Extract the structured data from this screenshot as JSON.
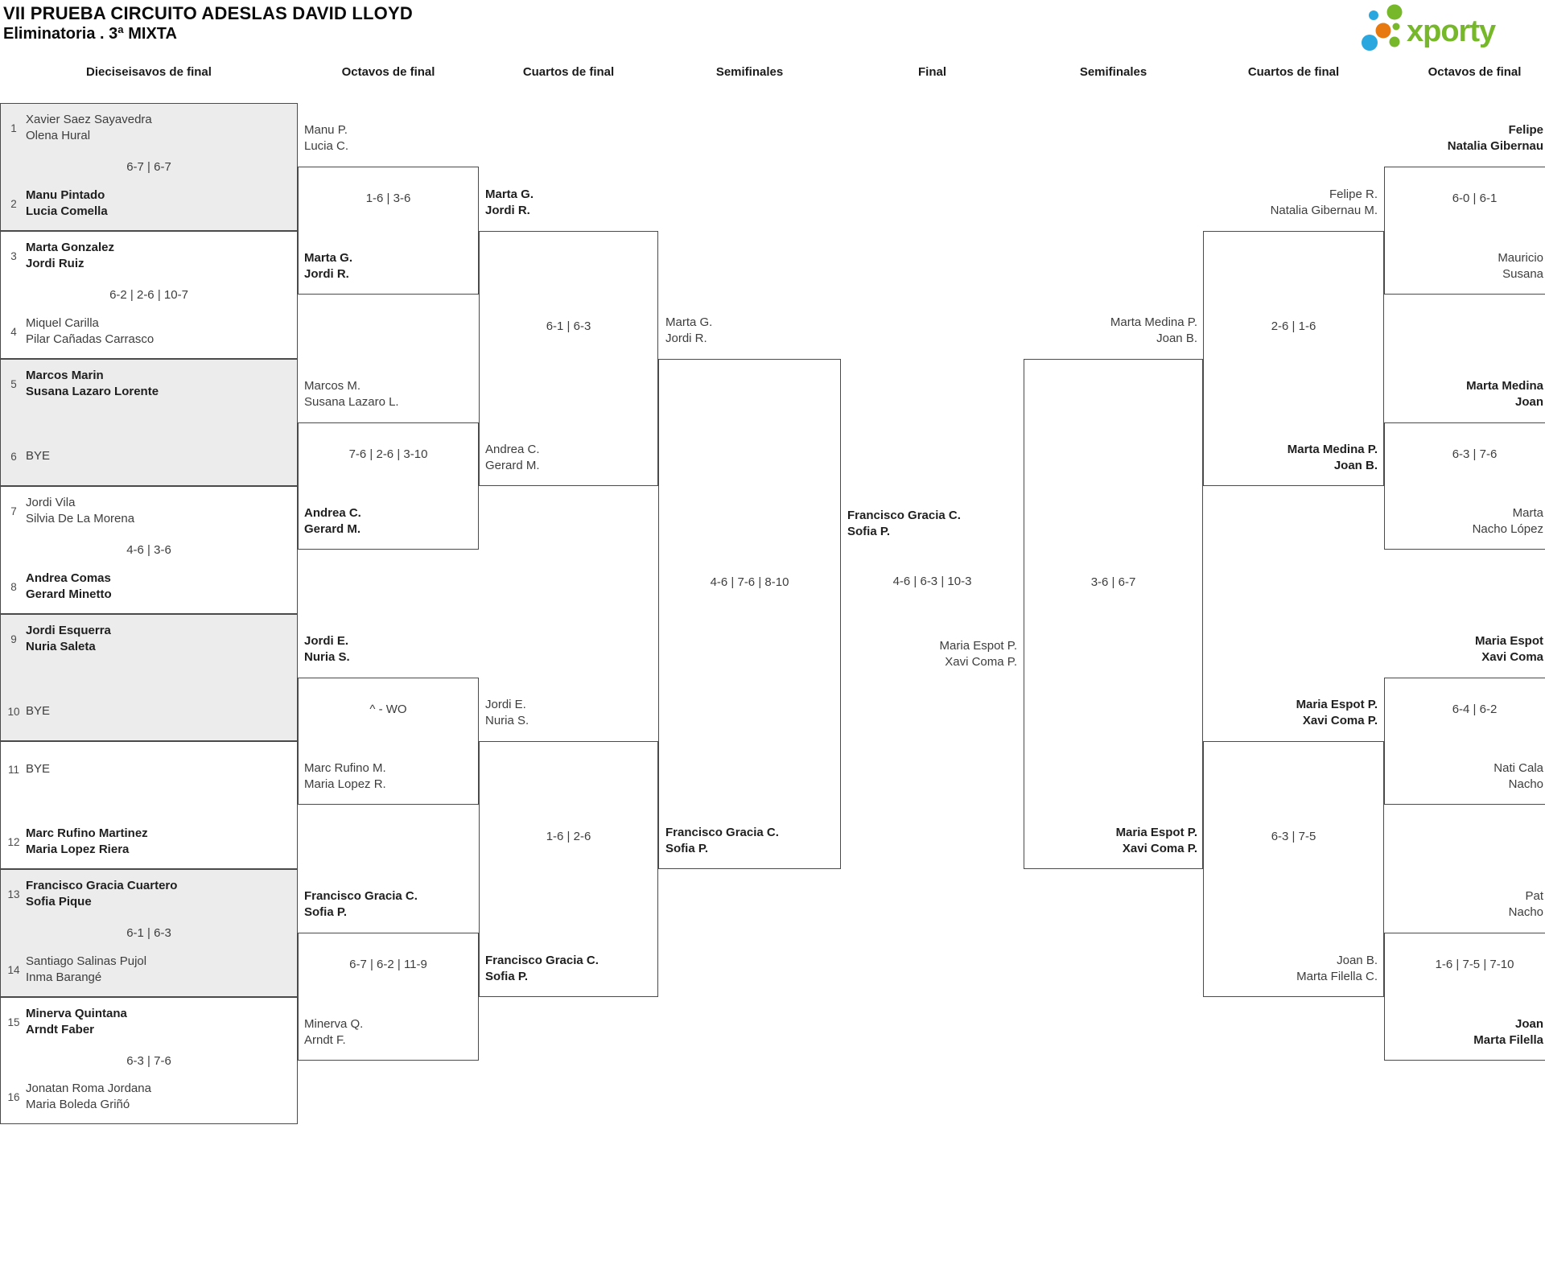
{
  "title": {
    "line1": "VII PRUEBA CIRCUITO ADESLAS DAVID LLOYD",
    "line2": "Eliminatoria . 3ª MIXTA"
  },
  "logo": {
    "text": "xporty"
  },
  "colors": {
    "logo_green": "#76b82a",
    "logo_blue": "#2aa7df",
    "logo_orange": "#e8790f",
    "box_shade": "#ececec",
    "line": "#4a4a4a"
  },
  "round_headers": [
    "Dieciseisavos de final",
    "Octavos de final",
    "Cuartos de final",
    "Semifinales",
    "Final",
    "Semifinales",
    "Cuartos de final",
    "Octavos de final"
  ],
  "r32": [
    {
      "seed_top": "1",
      "team_top": "Xavier Saez Sayavedra\nOlena Hural",
      "top_winner": false,
      "score": "6-7 | 6-7",
      "seed_bottom": "2",
      "team_bottom": "Manu Pintado\nLucia Comella",
      "bottom_winner": true
    },
    {
      "seed_top": "3",
      "team_top": "Marta Gonzalez\nJordi Ruiz",
      "top_winner": true,
      "score": "6-2 | 2-6 | 10-7",
      "seed_bottom": "4",
      "team_bottom": "Miquel Carilla\nPilar Cañadas Carrasco",
      "bottom_winner": false
    },
    {
      "seed_top": "5",
      "team_top": "Marcos Marin\nSusana Lazaro Lorente",
      "top_winner": true,
      "seed_bottom": "6",
      "team_bottom": "BYE",
      "bottom_winner": false
    },
    {
      "seed_top": "7",
      "team_top": "Jordi Vila\nSilvia De La Morena",
      "top_winner": false,
      "score": "4-6 | 3-6",
      "seed_bottom": "8",
      "team_bottom": "Andrea Comas\nGerard Minetto",
      "bottom_winner": true
    },
    {
      "seed_top": "9",
      "team_top": "Jordi Esquerra\nNuria Saleta",
      "top_winner": true,
      "seed_bottom": "10",
      "team_bottom": "BYE",
      "bottom_winner": false
    },
    {
      "seed_top": "11",
      "team_top": "BYE",
      "top_winner": false,
      "seed_bottom": "12",
      "team_bottom": "Marc Rufino Martinez\nMaria Lopez Riera",
      "bottom_winner": true
    },
    {
      "seed_top": "13",
      "team_top": "Francisco Gracia Cuartero\nSofia Pique",
      "top_winner": true,
      "score": "6-1 | 6-3",
      "seed_bottom": "14",
      "team_bottom": "Santiago Salinas Pujol\nInma Barangé",
      "bottom_winner": false
    },
    {
      "seed_top": "15",
      "team_top": "Minerva Quintana\nArndt Faber",
      "top_winner": true,
      "score": "6-3 | 7-6",
      "seed_bottom": "16",
      "team_bottom": "Jonatan Roma Jordana\nMaria Boleda Griñó",
      "bottom_winner": false
    }
  ],
  "r16_left": [
    {
      "top": "Manu P.\nLucia C.",
      "top_winner": false,
      "score": "1-6 | 3-6",
      "bottom": "Marta G.\nJordi R.",
      "bottom_winner": true
    },
    {
      "top": "Marcos M.\nSusana Lazaro L.",
      "top_winner": false,
      "score": "7-6 | 2-6 | 3-10",
      "bottom": "Andrea C.\nGerard M.",
      "bottom_winner": true
    },
    {
      "top": "Jordi E.\nNuria S.",
      "top_winner": true,
      "score": "^ - WO",
      "bottom": "Marc Rufino M.\nMaria Lopez R.",
      "bottom_winner": false
    },
    {
      "top": "Francisco Gracia C.\nSofia P.",
      "top_winner": true,
      "score": "6-7 | 6-2 | 11-9",
      "bottom": "Minerva Q.\nArndt F.",
      "bottom_winner": false
    }
  ],
  "qf_left": [
    {
      "top": "Marta G.\nJordi R.",
      "top_winner": true,
      "score": "6-1 | 6-3",
      "bottom": "Andrea C.\nGerard M.",
      "bottom_winner": false
    },
    {
      "top": "Jordi E.\nNuria S.",
      "top_winner": false,
      "score": "1-6 | 2-6",
      "bottom": "Francisco Gracia C.\nSofia P.",
      "bottom_winner": true
    }
  ],
  "sf_left": {
    "top": "Marta G.\nJordi R.",
    "top_winner": false,
    "score": "4-6 | 7-6 | 8-10",
    "bottom": "Francisco Gracia C.\nSofia P.",
    "bottom_winner": true
  },
  "final": {
    "winner": "Francisco Gracia C.\nSofia P.",
    "score": "4-6 | 6-3 | 10-3",
    "runner_up": "Maria Espot P.\nXavi Coma P."
  },
  "sf_right": {
    "top": "Marta Medina P.\nJoan B.",
    "top_winner": false,
    "score": "3-6 | 6-7",
    "bottom": "Maria Espot P.\nXavi Coma P.",
    "bottom_winner": true
  },
  "qf_right": [
    {
      "top": "Felipe R.\nNatalia Gibernau M.",
      "top_winner": false,
      "score": "2-6 | 1-6",
      "bottom": "Marta Medina P.\nJoan B.",
      "bottom_winner": true
    },
    {
      "top": "Maria Espot P.\nXavi Coma P.",
      "top_winner": true,
      "score": "6-3 | 7-5",
      "bottom": "Joan B.\nMarta Filella C.",
      "bottom_winner": false
    }
  ],
  "r16_right": [
    {
      "top": "Felipe\nNatalia Gibernau",
      "top_winner": true,
      "score": "6-0 | 6-1",
      "bottom": "Mauricio\nSusana",
      "bottom_winner": false
    },
    {
      "top": "Marta Medina\nJoan",
      "top_winner": true,
      "score": "6-3 | 7-6",
      "bottom": "Marta\nNacho López",
      "bottom_winner": false
    },
    {
      "top": "Maria Espot\nXavi Coma",
      "top_winner": true,
      "score": "6-4 | 6-2",
      "bottom": "Nati Cala\nNacho",
      "bottom_winner": false
    },
    {
      "top": "Pat\nNacho",
      "top_winner": false,
      "score": "1-6 | 7-5 | 7-10",
      "bottom": "Joan\nMarta Filella",
      "bottom_winner": true
    }
  ]
}
